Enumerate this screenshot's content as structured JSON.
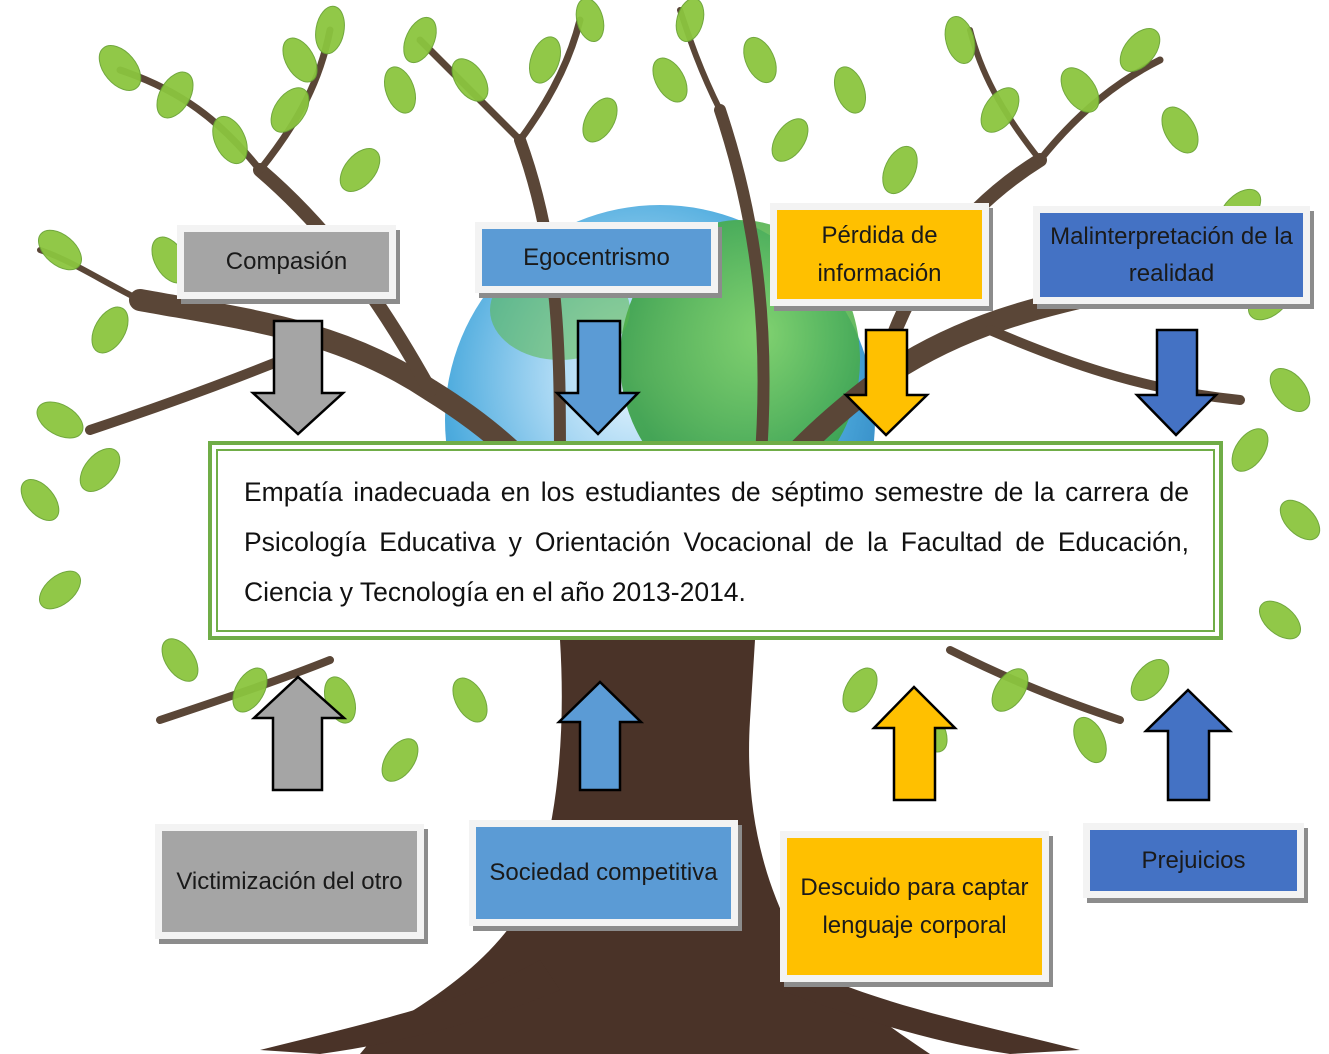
{
  "central_problem": "Empatía inadecuada en los estudiantes de séptimo semestre de la carrera de Psicología Educativa y Orientación Vocacional de la Facultad de Educación, Ciencia y Tecnología en el año 2013-2014.",
  "effects": [
    {
      "label": "Compasión",
      "color": "#a5a5a5"
    },
    {
      "label": "Egocentrismo",
      "color": "#5b9bd5"
    },
    {
      "label": "Pérdida de información",
      "color": "#ffc000"
    },
    {
      "label": "Malinterpretación de la realidad",
      "color": "#4472c4"
    }
  ],
  "causes": [
    {
      "label": "Victimización del otro",
      "color": "#a5a5a5"
    },
    {
      "label": "Sociedad competitiva",
      "color": "#5b9bd5"
    },
    {
      "label": "Descuido para captar lenguaje corporal",
      "color": "#ffc000"
    },
    {
      "label": "Prejuicios",
      "color": "#4472c4"
    }
  ],
  "colors": {
    "central_border": "#70ad47",
    "leaf": "#8cc63f",
    "trunk": "#4a3328",
    "globe": "#2e9fd6"
  },
  "icons": {
    "background": "tree-with-globe",
    "effect_arrows": "arrow-down-icon",
    "cause_arrows": "arrow-up-icon"
  }
}
